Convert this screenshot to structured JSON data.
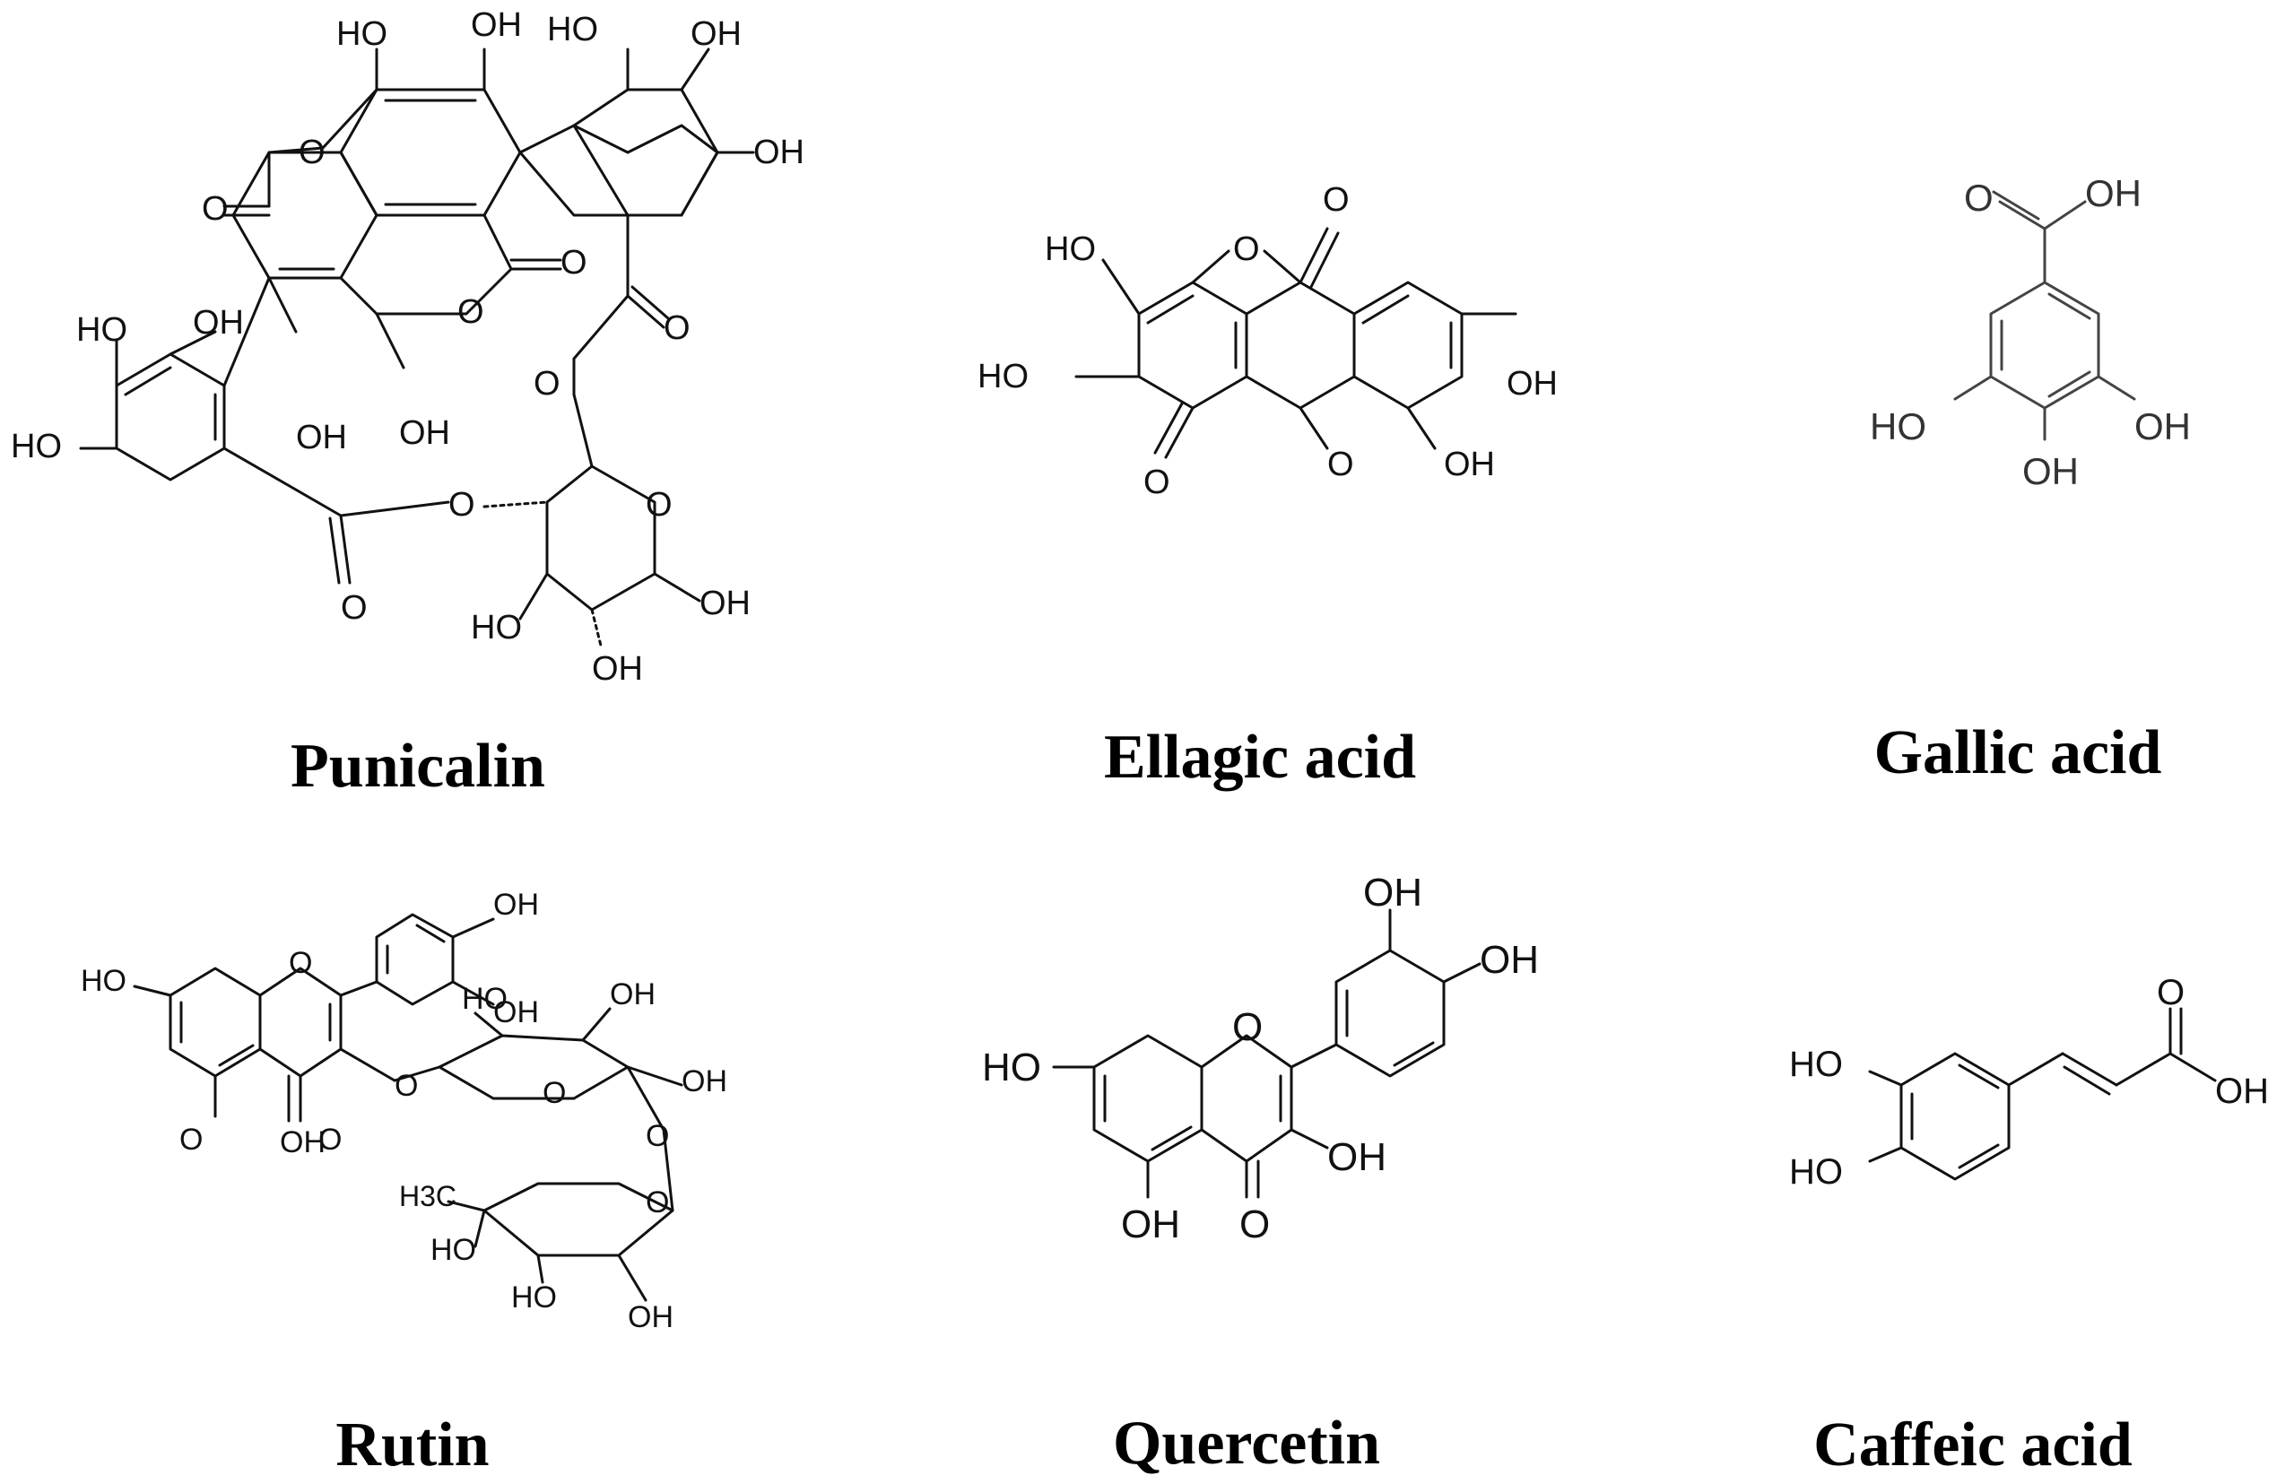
{
  "molecules": [
    {
      "name": "Punicalin",
      "atoms": [
        "HO",
        "OH",
        "HO",
        "OH",
        "OH",
        "O",
        "O",
        "O",
        "O",
        "HO",
        "OH",
        "HO",
        "OH",
        "OH",
        "O",
        "O",
        "O",
        "O",
        "O",
        "HO",
        "OH",
        "OH"
      ]
    },
    {
      "name": "Ellagic acid",
      "atoms": [
        "HO",
        "HO",
        "O",
        "O",
        "OH",
        "OH",
        "O",
        "O"
      ]
    },
    {
      "name": "Gallic acid",
      "atoms": [
        "O",
        "OH",
        "HO",
        "OH",
        "OH"
      ]
    },
    {
      "name": "Rutin",
      "atoms": [
        "OH",
        "HO",
        "O",
        "OH",
        "OH",
        "HO",
        "OH",
        "O",
        "O",
        "O",
        "OH",
        "O",
        "O",
        "H3C",
        "O",
        "HO",
        "HO",
        "OH"
      ]
    },
    {
      "name": "Quercetin",
      "atoms": [
        "OH",
        "OH",
        "HO",
        "O",
        "OH",
        "OH",
        "O"
      ]
    },
    {
      "name": "Caffeic acid",
      "atoms": [
        "O",
        "HO",
        "OH",
        "HO"
      ]
    }
  ]
}
